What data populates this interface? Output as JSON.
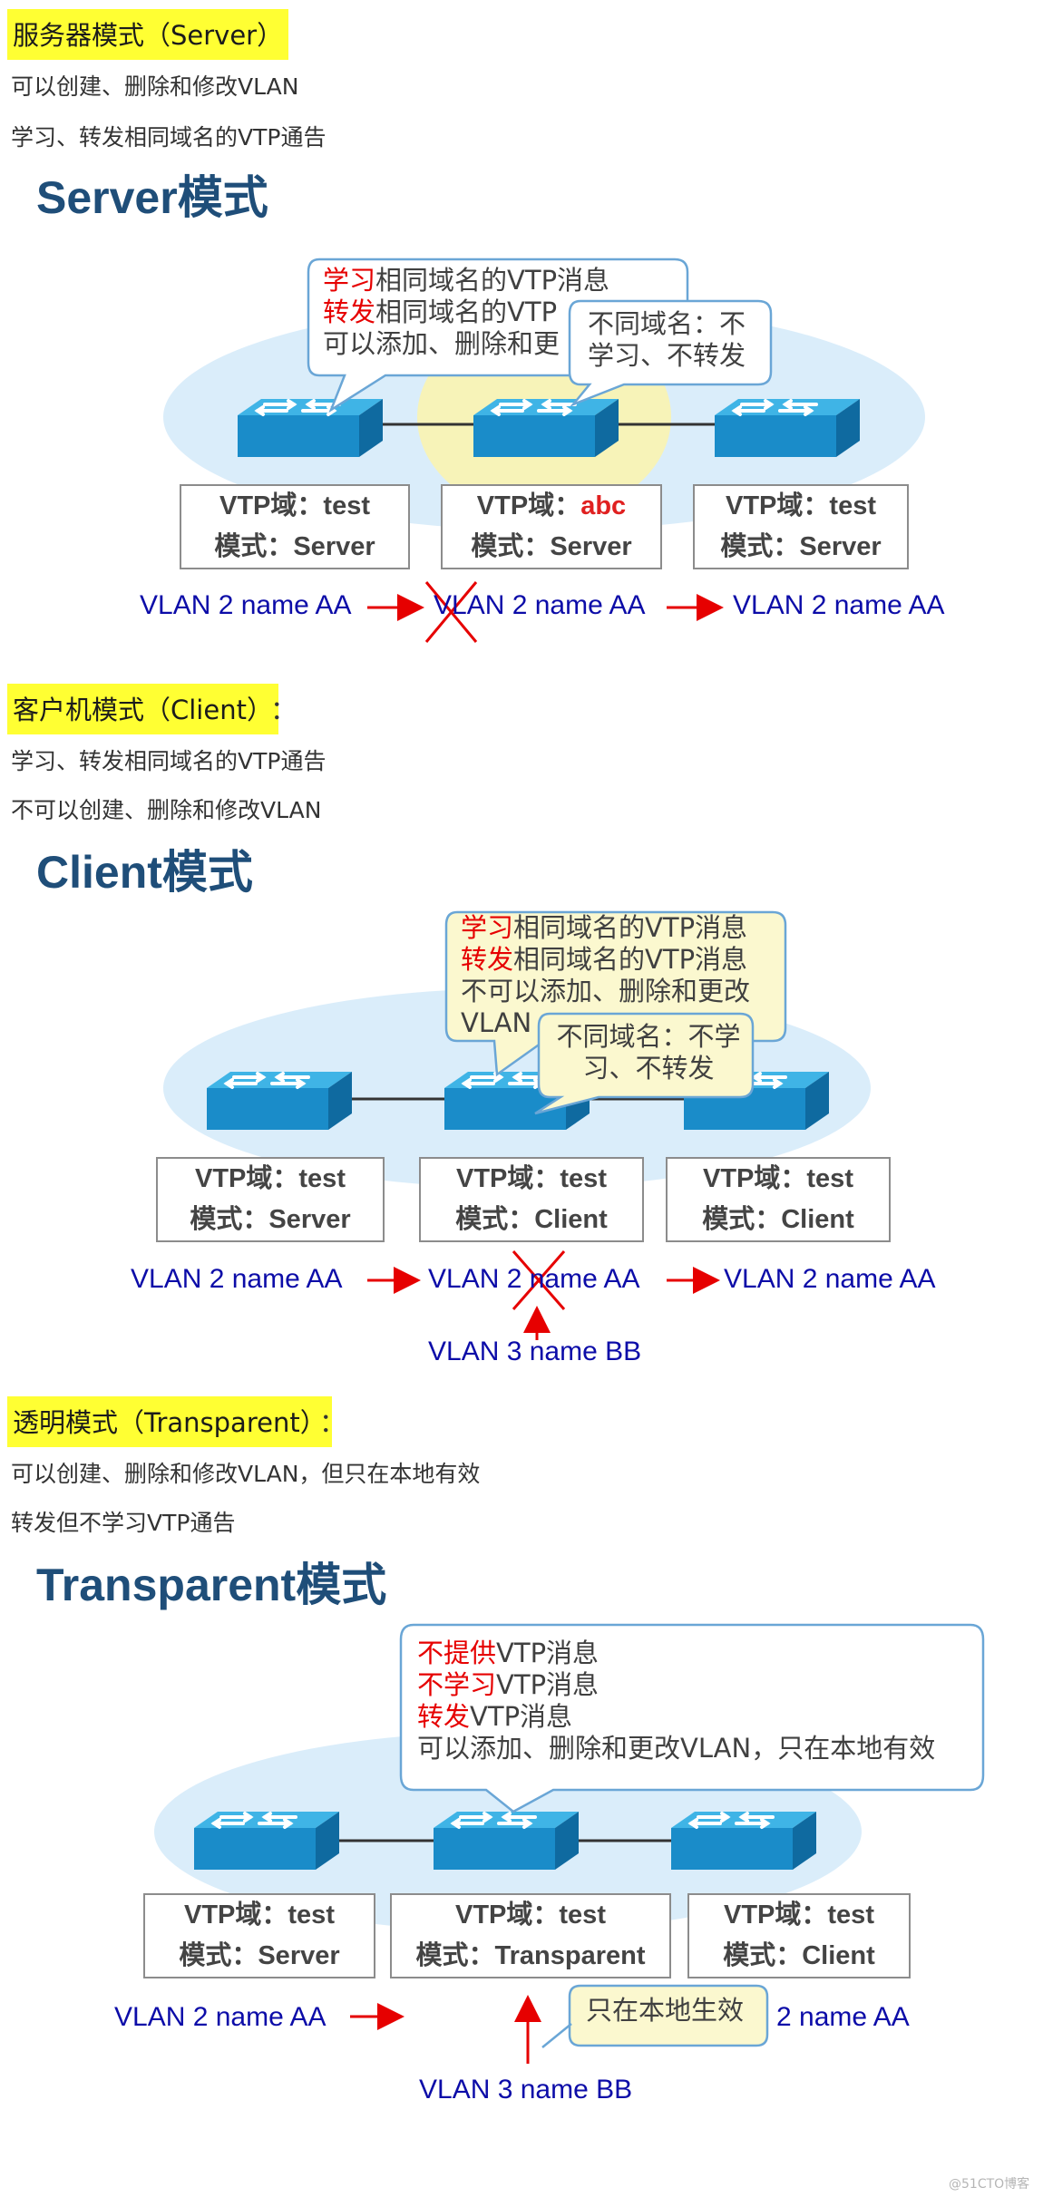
{
  "server": {
    "heading": "服务器模式（Server）",
    "lines": [
      "可以创建、删除和修改VLAN",
      "学习、转发相同域名的VTP通告"
    ],
    "title": "Server模式",
    "bubble_main": {
      "l1_red": "学习",
      "l1": "相同域名的VTP消息",
      "l2_red": "转发",
      "l2": "相同域名的VTP",
      "l3": "可以添加、删除和更"
    },
    "bubble_side": {
      "l1": "不同域名：不",
      "l2": "学习、不转发"
    },
    "boxes": [
      {
        "domain_label": "VTP域：",
        "domain": "test",
        "mode": "模式：Server"
      },
      {
        "domain_label": "VTP域：",
        "domain": "abc",
        "mode": "模式：Server"
      },
      {
        "domain_label": "VTP域：",
        "domain": "test",
        "mode": "模式：Server"
      }
    ],
    "vlans": [
      "VLAN 2 name AA",
      "VLAN 2 name AA",
      "VLAN 2 name AA"
    ]
  },
  "client": {
    "heading": "客户机模式（Client）",
    "heading_suffix": "：",
    "lines": [
      "学习、转发相同域名的VTP通告",
      "不可以创建、删除和修改VLAN"
    ],
    "title": "Client模式",
    "bubble_main": {
      "l1_red": "学习",
      "l1": "相同域名的VTP消息",
      "l2_red": "转发",
      "l2": "相同域名的VTP消息",
      "l3": "不可以添加、删除和更改",
      "l4": "VLAN"
    },
    "bubble_side": {
      "l1": "不同域名：不学",
      "l2": "习、不转发"
    },
    "boxes": [
      {
        "domain": "VTP域：test",
        "mode": "模式：Server"
      },
      {
        "domain": "VTP域：test",
        "mode": "模式：Client"
      },
      {
        "domain": "VTP域：test",
        "mode": "模式：Client"
      }
    ],
    "vlans": [
      "VLAN 2 name AA",
      "VLAN 2 name AA",
      "VLAN 2 name AA"
    ],
    "vlan_new": "VLAN 3 name BB"
  },
  "transparent": {
    "heading": "透明模式（Transparent）",
    "heading_suffix": "：",
    "lines": [
      "可以创建、删除和修改VLAN，但只在本地有效",
      "转发但不学习VTP通告"
    ],
    "title": "Transparent模式",
    "bubble_main": {
      "l1_red": "不提供",
      "l1": "VTP消息",
      "l2_red": "不学习",
      "l2": "VTP消息",
      "l3_red": "转发",
      "l3": "VTP消息",
      "l4": "可以添加、删除和更改VLAN，只在本地有效"
    },
    "bubble_local": "只在本地生效",
    "boxes": [
      {
        "domain": "VTP域：test",
        "mode": "模式：Server"
      },
      {
        "domain": "VTP域：test",
        "mode": "模式：Transparent"
      },
      {
        "domain": "VTP域：test",
        "mode": "模式：Client"
      }
    ],
    "vlans": [
      "VLAN 2 name AA",
      "2 name AA"
    ],
    "vlan_new": "VLAN 3 name BB"
  },
  "watermark": "@51CTO博客",
  "colors": {
    "highlight": "#ffff33",
    "title": "#1f4e79",
    "vlan": "#0c0ca8",
    "arrow": "#e60000",
    "switch": "#1a9ad6"
  }
}
